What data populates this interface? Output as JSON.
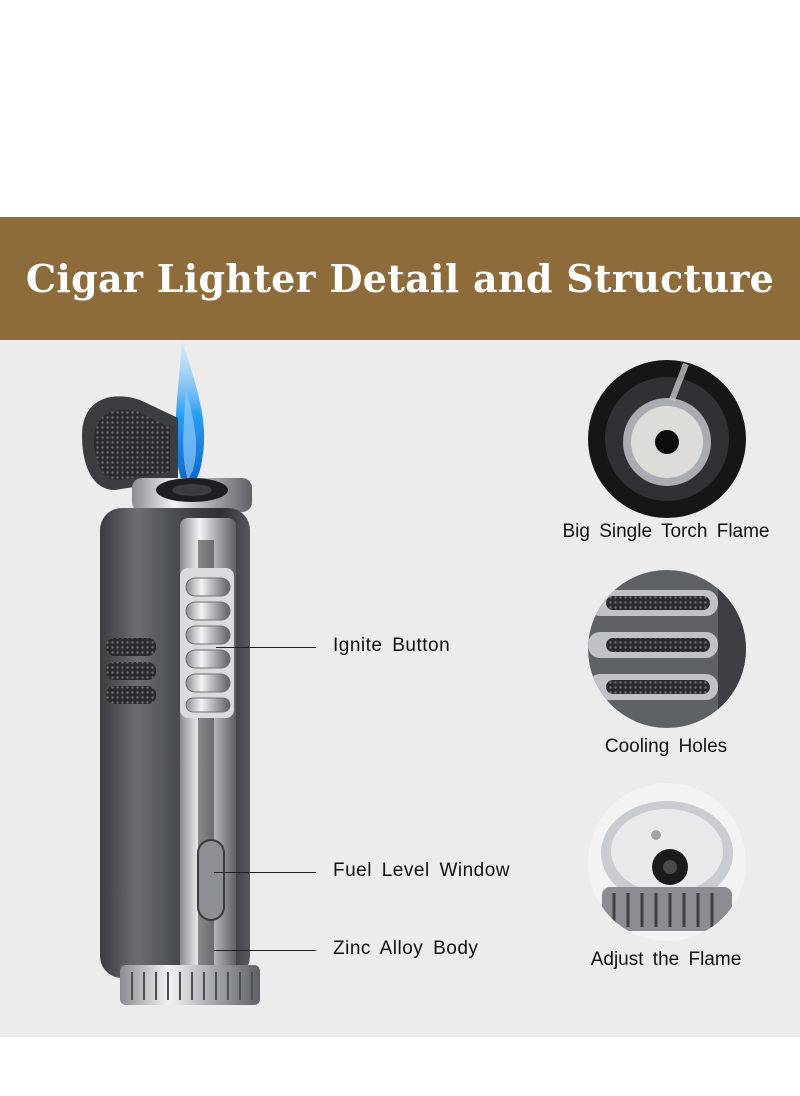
{
  "banner": {
    "title": "Cigar Lighter Detail and Structure",
    "color": "#8d6b3a"
  },
  "callouts": [
    {
      "label": "Ignite  Button"
    },
    {
      "label": "Fuel  Level  Window"
    },
    {
      "label": "Zinc  Alloy  Body"
    }
  ],
  "details": [
    {
      "label": "Big   Single  Torch  Flame"
    },
    {
      "label": "Cooling  Holes"
    },
    {
      "label": "Adjust  the  Flame"
    }
  ],
  "colors": {
    "flame": "#2a9df4",
    "metal_dark": "#4a4d52",
    "metal_light": "#c9ccd0",
    "panel_bg": "#ececec"
  }
}
